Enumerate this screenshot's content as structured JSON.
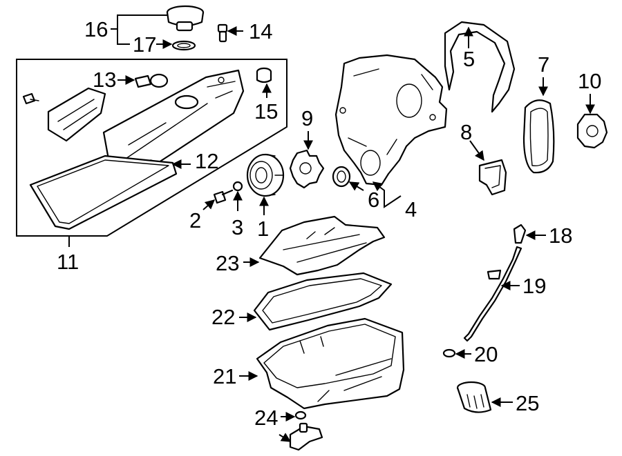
{
  "callouts": [
    {
      "id": "c1",
      "label": "1"
    },
    {
      "id": "c2",
      "label": "2"
    },
    {
      "id": "c3",
      "label": "3"
    },
    {
      "id": "c4",
      "label": "4"
    },
    {
      "id": "c5",
      "label": "5"
    },
    {
      "id": "c6",
      "label": "6"
    },
    {
      "id": "c7",
      "label": "7"
    },
    {
      "id": "c8",
      "label": "8"
    },
    {
      "id": "c9",
      "label": "9"
    },
    {
      "id": "c10",
      "label": "10"
    },
    {
      "id": "c11",
      "label": "11"
    },
    {
      "id": "c12",
      "label": "12"
    },
    {
      "id": "c13",
      "label": "13"
    },
    {
      "id": "c14",
      "label": "14"
    },
    {
      "id": "c15",
      "label": "15"
    },
    {
      "id": "c16",
      "label": "16"
    },
    {
      "id": "c17",
      "label": "17"
    },
    {
      "id": "c18",
      "label": "18"
    },
    {
      "id": "c19",
      "label": "19"
    },
    {
      "id": "c20",
      "label": "20"
    },
    {
      "id": "c21",
      "label": "21"
    },
    {
      "id": "c22",
      "label": "22"
    },
    {
      "id": "c23",
      "label": "23"
    },
    {
      "id": "c24",
      "label": "24"
    },
    {
      "id": "c25",
      "label": "25"
    }
  ],
  "colors": {
    "ink": "#000000",
    "paper": "#ffffff"
  }
}
